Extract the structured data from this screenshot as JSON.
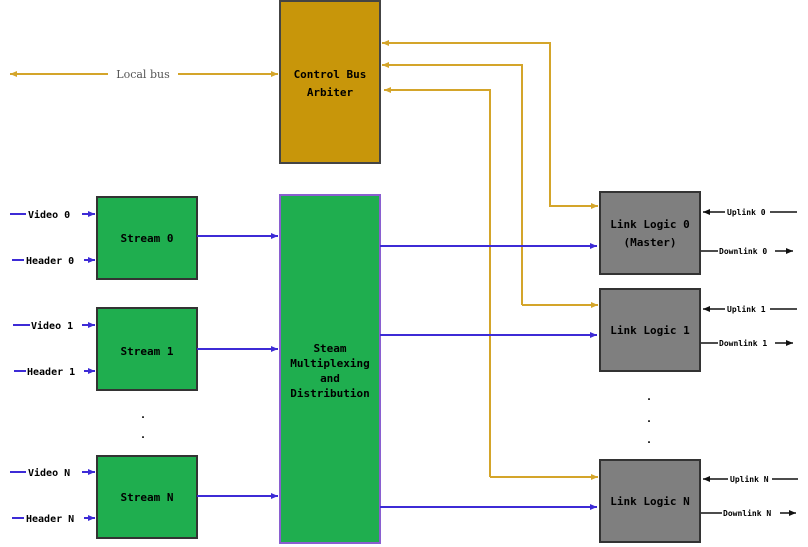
{
  "colors": {
    "arbiter_fill": "#c8960a",
    "stream_fill": "#1fae4f",
    "link_fill": "#7f7f7f",
    "control_line": "#d4a52a",
    "data_line": "#3d2bd6",
    "link_line": "#111111"
  },
  "local_bus": {
    "label": "Local bus"
  },
  "arbiter": {
    "line1": "Control Bus",
    "line2": "Arbiter"
  },
  "mux": {
    "lines": [
      "Steam",
      "Multiplexing",
      "and",
      "Distribution"
    ]
  },
  "streams": [
    {
      "label": "Stream 0",
      "video": "Video 0",
      "header": "Header 0"
    },
    {
      "label": "Stream 1",
      "video": "Video 1",
      "header": "Header 1"
    },
    {
      "label": "Stream N",
      "video": "Video N",
      "header": "Header N"
    }
  ],
  "links": [
    {
      "line1": "Link Logic 0",
      "line2": "(Master)",
      "uplink": "Uplink 0",
      "downlink": "Downlink 0"
    },
    {
      "line1": "Link Logic 1",
      "line2": "",
      "uplink": "Uplink 1",
      "downlink": "Downlink 1"
    },
    {
      "line1": "Link Logic N",
      "line2": "",
      "uplink": "Uplink N",
      "downlink": "Downlink N"
    }
  ],
  "ellipsis": "."
}
